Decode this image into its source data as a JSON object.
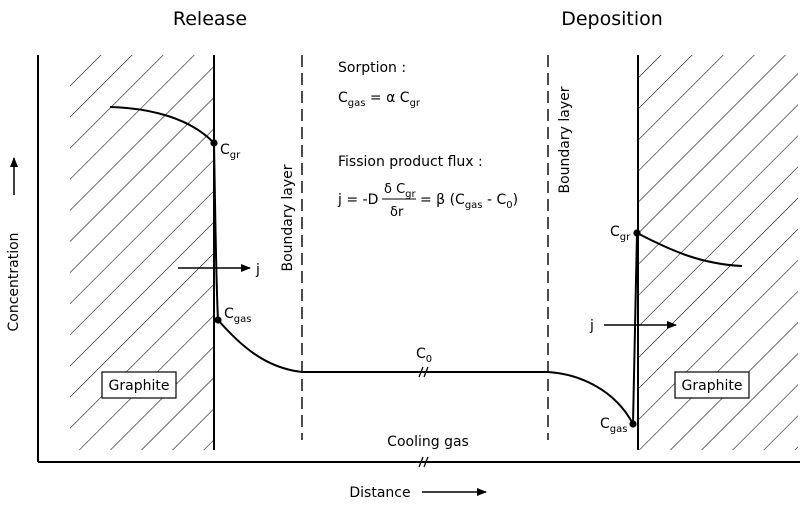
{
  "regions": {
    "release_title": "Release",
    "deposition_title": "Deposition",
    "left_material": "Graphite",
    "right_material": "Graphite",
    "cooling_gas": "Cooling gas",
    "boundary_layer_left": "Boundary layer",
    "boundary_layer_right": "Boundary layer"
  },
  "axes": {
    "y_label": "Concentration",
    "x_label": "Distance"
  },
  "equations": {
    "sorption_title": "Sorption :",
    "sorption_lhs": "C",
    "sorption_lhs_sub": "gas",
    "sorption_mid": " = α C",
    "sorption_rhs_sub": "gr",
    "flux_title": "Fission product flux :",
    "flux_prefix": "j = -D",
    "flux_num": "δ C",
    "flux_num_sub": "gr",
    "flux_den": "δr",
    "flux_eq": "= β (C",
    "flux_eq_sub": "gas",
    "flux_tail": " - C",
    "flux_tail_sub": "0",
    "flux_close": ")"
  },
  "points": {
    "left_cgr": "C",
    "left_cgr_sub": "gr",
    "left_cgas": "C",
    "left_cgas_sub": "gas",
    "c0": "C",
    "c0_sub": "0",
    "right_cgr": "C",
    "right_cgr_sub": "gr",
    "right_cgas": "C",
    "right_cgas_sub": "gas"
  },
  "flux_labels": {
    "left": "j",
    "right": "j"
  }
}
